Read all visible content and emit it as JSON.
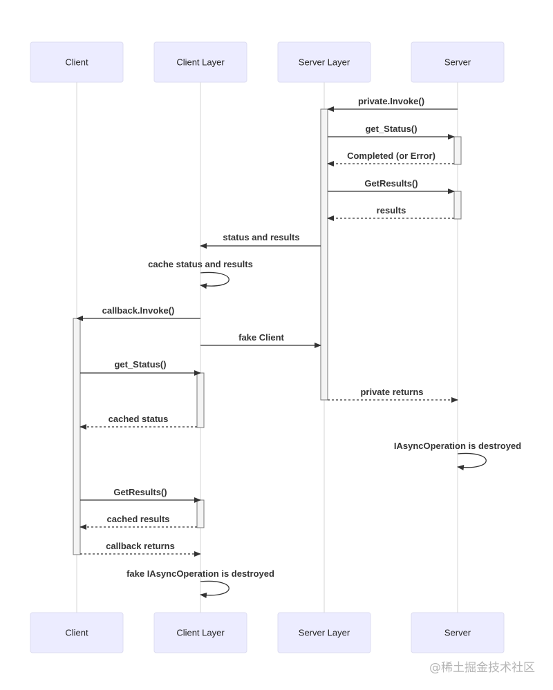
{
  "actors": [
    {
      "id": "client",
      "label": "Client"
    },
    {
      "id": "client_layer",
      "label": "Client Layer"
    },
    {
      "id": "server_layer",
      "label": "Server Layer"
    },
    {
      "id": "server",
      "label": "Server"
    }
  ],
  "messages": [
    {
      "from": "server",
      "to": "server_layer",
      "label": "private.Invoke()",
      "style": "solid"
    },
    {
      "from": "server_layer",
      "to": "server",
      "label": "get_Status()",
      "style": "solid"
    },
    {
      "from": "server",
      "to": "server_layer",
      "label": "Completed (or Error)",
      "style": "dashed"
    },
    {
      "from": "server_layer",
      "to": "server",
      "label": "GetResults()",
      "style": "solid"
    },
    {
      "from": "server",
      "to": "server_layer",
      "label": "results",
      "style": "dashed"
    },
    {
      "from": "server_layer",
      "to": "client_layer",
      "label": "status and results",
      "style": "solid"
    },
    {
      "from": "client_layer",
      "to": "client_layer",
      "label": "cache status and results",
      "style": "self"
    },
    {
      "from": "client_layer",
      "to": "client",
      "label": "callback.Invoke()",
      "style": "solid"
    },
    {
      "from": "client_layer",
      "to": "server_layer",
      "label": "fake Client",
      "style": "solid"
    },
    {
      "from": "client",
      "to": "client_layer",
      "label": "get_Status()",
      "style": "solid"
    },
    {
      "from": "server_layer",
      "to": "server",
      "label": "private returns",
      "style": "dashed"
    },
    {
      "from": "client_layer",
      "to": "client",
      "label": "cached status",
      "style": "dashed"
    },
    {
      "from": "server",
      "to": "server",
      "label": "IAsyncOperation is destroyed",
      "style": "self"
    },
    {
      "from": "client",
      "to": "client_layer",
      "label": "GetResults()",
      "style": "solid"
    },
    {
      "from": "client_layer",
      "to": "client",
      "label": "cached results",
      "style": "dashed"
    },
    {
      "from": "client",
      "to": "client_layer",
      "label": "callback returns",
      "style": "dashed"
    },
    {
      "from": "client_layer",
      "to": "client_layer",
      "label": "fake IAsyncOperation is destroyed",
      "style": "self"
    }
  ],
  "watermark": "@稀土掘金技术社区"
}
